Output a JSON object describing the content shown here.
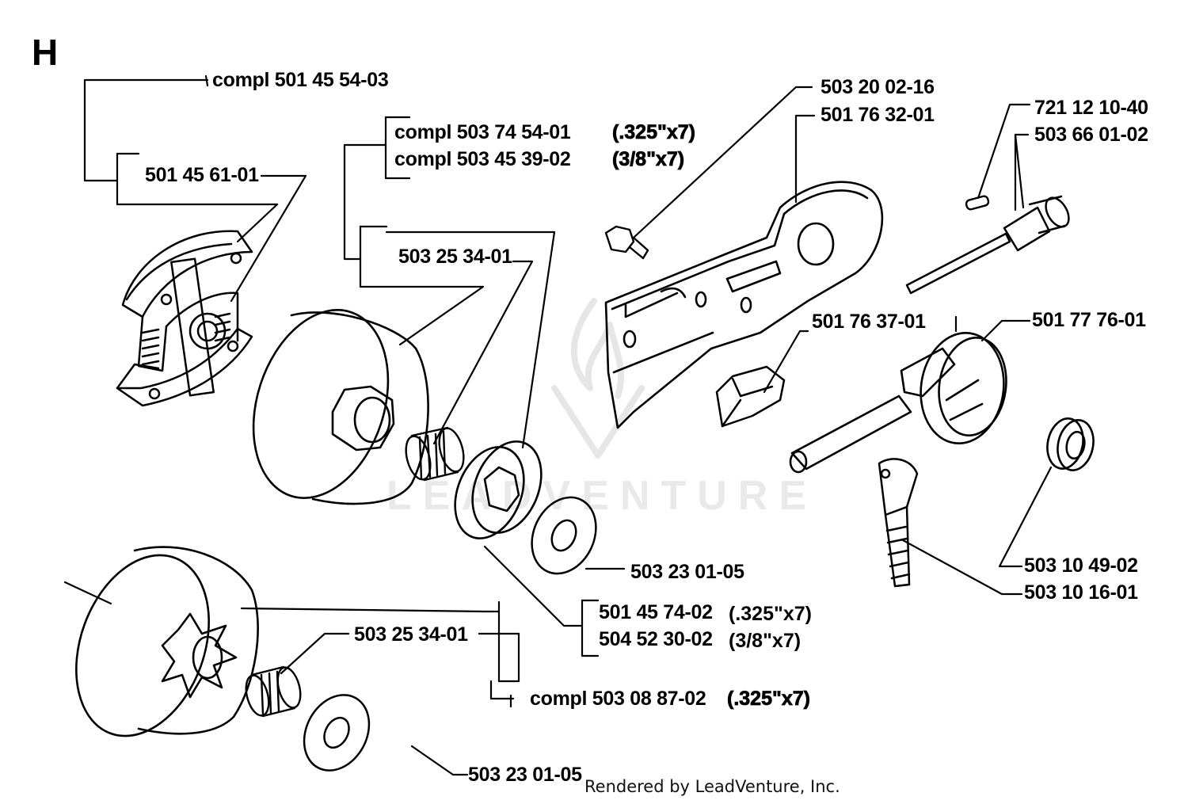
{
  "section_letter": "H",
  "watermark": "LEADVENTURE",
  "footer": "Rendered by LeadVenture, Inc.",
  "labels": {
    "clutch_complete": "compl 501 45 54-03",
    "clutch_shoe": "501 45 61-01",
    "drum_compl_1": "compl 503 74 54-01",
    "drum_compl_2": "compl 503 45 39-02",
    "drum_spec_1": "(.325\"x7)",
    "drum_spec_2": "(3/8\"x7)",
    "bearing_upper": "503 25 34-01",
    "bolt": "503 20 02-16",
    "plate": "501 76 32-01",
    "pin": "721 12 10-40",
    "shaft": "503 66 01-02",
    "guide": "501 76 37-01",
    "pump": "501 77 76-01",
    "washer_upper": "503 23 01-05",
    "rim_1": "501 45 74-02",
    "rim_2": "504 52 30-02",
    "rim_spec_1": "(.325\"x7)",
    "rim_spec_2": "(3/8\"x7)",
    "seal": "503 10 49-02",
    "worm": "503 10 16-01",
    "bearing_lower": "503 25 34-01",
    "drum_compl_lower": "compl 503 08 87-02",
    "drum_spec_lower": "(.325\"x7)",
    "washer_lower": "503 23 01-05"
  }
}
